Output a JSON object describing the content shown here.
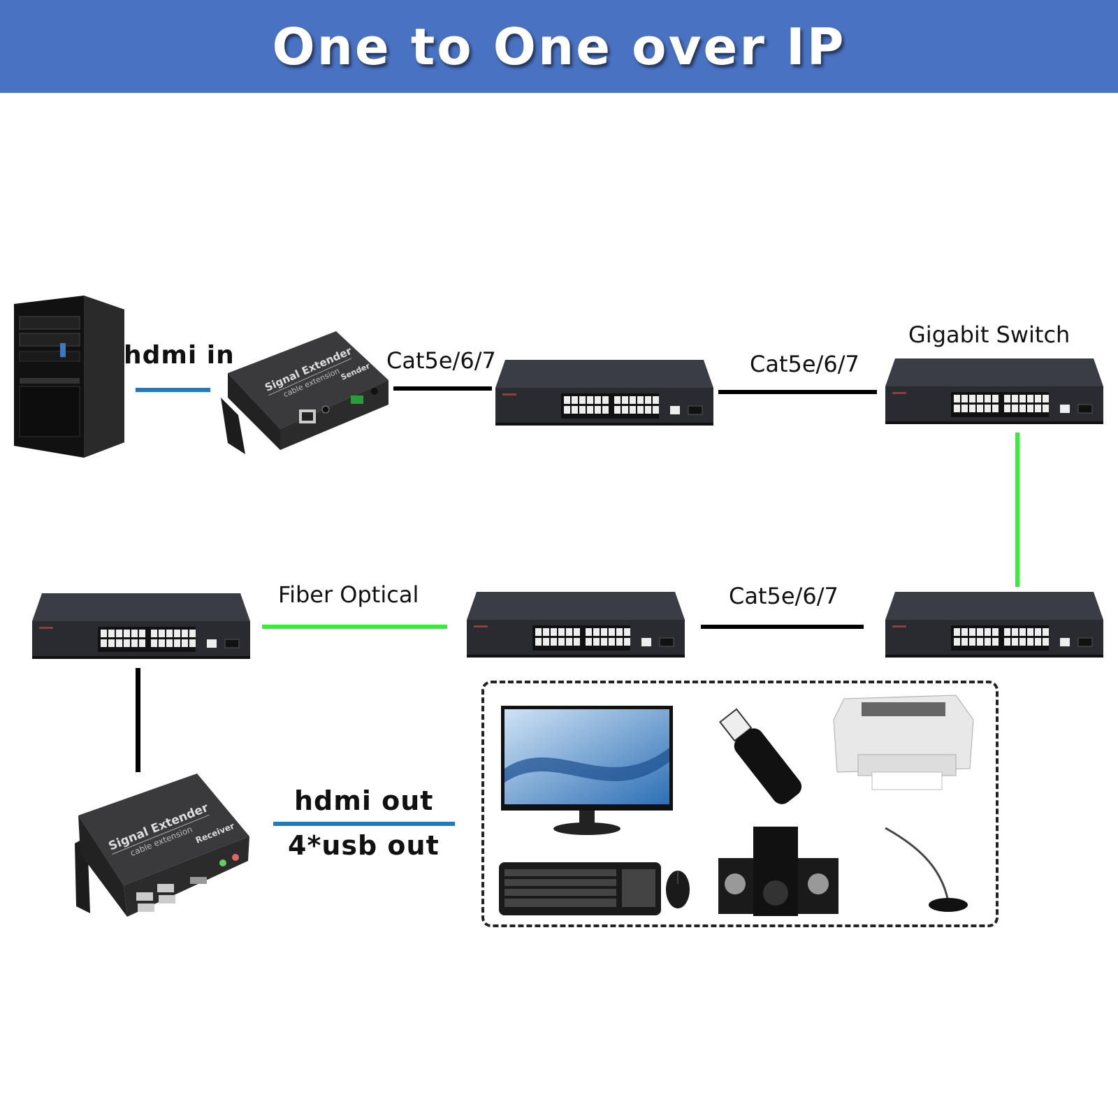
{
  "title": "One to One over IP",
  "labels": {
    "hdmi_in": "hdmi in",
    "cat_1": "Cat5e/6/7",
    "cat_2": "Cat5e/6/7",
    "gigabit_switch": "Gigabit Switch",
    "cat_3": "Cat5e/6/7",
    "fiber": "Fiber Optical",
    "hdmi_out": "hdmi out",
    "usb_out": "4*usb out"
  },
  "devices": {
    "sender": {
      "brand": "Signal Extender",
      "sub": "cable extension",
      "role": "Sender"
    },
    "receiver": {
      "brand": "Signal Extender",
      "sub": "cable extension",
      "role": "Receiver"
    }
  },
  "colors": {
    "banner": "#4a72c2",
    "hdmi_line": "#1e7bbf",
    "fiber_line": "#33ee33",
    "cat_line": "#000000"
  }
}
